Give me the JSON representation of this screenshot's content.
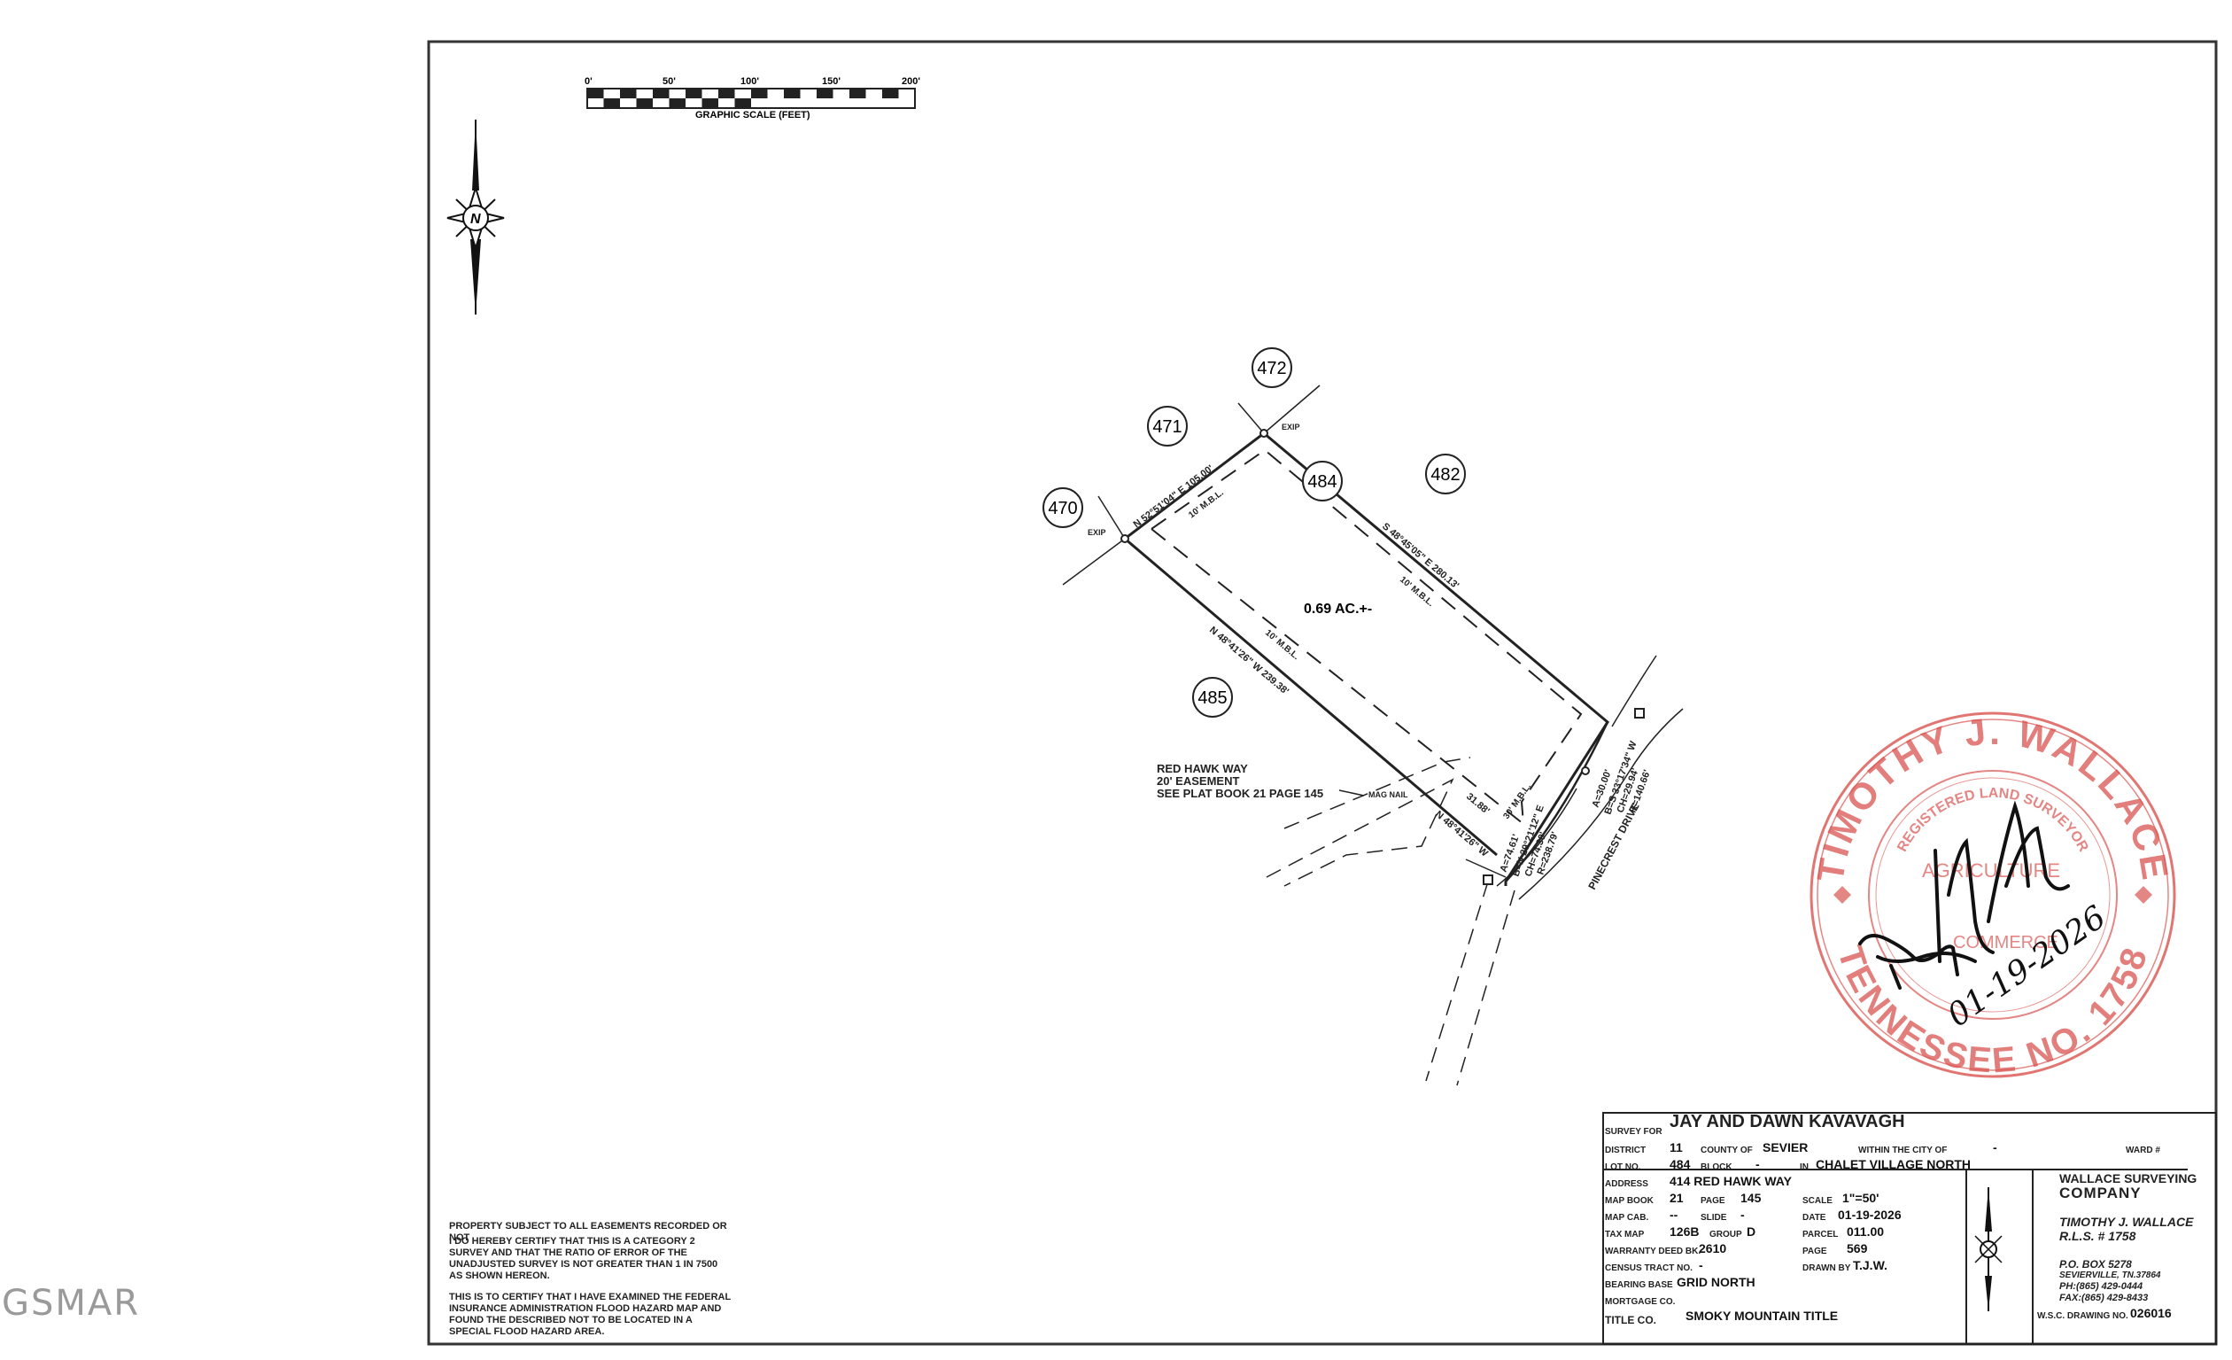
{
  "watermark": "GSMAR",
  "scale_bar": {
    "ticks": [
      "0'",
      "50'",
      "100'",
      "150'",
      "200'"
    ],
    "caption": "GRAPHIC SCALE (FEET)"
  },
  "north_arrow": {
    "letter": "N"
  },
  "lots": {
    "subject_lot": "484",
    "area": "0.69 AC.+-",
    "neighbors": [
      "470",
      "471",
      "472",
      "482",
      "485"
    ]
  },
  "bearings": {
    "north_line": "N 52°51'04\" E  105.00'",
    "east_line": "S 48°45'05\" E  280.13'",
    "west_line": "N 48°41'26\" W  239.38'",
    "south_small": "N 48°41'26\" W",
    "south_dist": "31.88'",
    "curve1": [
      "A=74.61'",
      "B=N 29°21'12\" E",
      "CH=74.30'",
      "R=238.79'"
    ],
    "curve2": [
      "A=30.00'",
      "B=S 33°17'34\" W",
      "CH=29.94'",
      "R=140.66'"
    ]
  },
  "map_labels": {
    "exp1": "EXIP",
    "exp2": "EXIP",
    "mbl_north": "10' M.B.L.",
    "mbl_east": "10' M.B.L.",
    "mbl_west": "10' M.B.L.",
    "mbl_south": "30' M.B.L.",
    "easement": [
      "RED HAWK WAY",
      "20' EASEMENT",
      "SEE PLAT BOOK 21 PAGE 145"
    ],
    "mag_nail": "MAG NAIL",
    "road": "PINECREST DRIVE"
  },
  "notes": [
    "PROPERTY SUBJECT TO ALL EASEMENTS RECORDED OR NOT",
    "I DO HEREBY CERTIFY THAT THIS IS A CATEGORY 2 SURVEY AND THAT THE RATIO OF ERROR OF THE UNADJUSTED SURVEY IS NOT GREATER THAN 1 IN 7500 AS SHOWN HEREON.",
    "THIS IS TO CERTIFY THAT I HAVE EXAMINED THE FEDERAL INSURANCE ADMINISTRATION FLOOD HAZARD MAP AND FOUND THE DESCRIBED NOT TO BE LOCATED IN A SPECIAL FLOOD HAZARD AREA."
  ],
  "title_block": {
    "survey_for_label": "SURVEY FOR",
    "survey_for": "JAY AND DAWN KAVAVAGH",
    "district_label": "DISTRICT",
    "district": "11",
    "county_label": "COUNTY OF",
    "county": "SEVIER",
    "city_label": "WITHIN THE CITY OF",
    "city": "-",
    "ward_label": "WARD #",
    "ward": "",
    "lot_label": "LOT NO.",
    "lot": "484",
    "block_label": "BLOCK",
    "block": "-",
    "in_label": "IN",
    "subdivision": "CHALET VILLAGE NORTH",
    "address_label": "ADDRESS",
    "address": "414 RED HAWK WAY",
    "map_book_label": "MAP BOOK",
    "map_book": "21",
    "page_label": "PAGE",
    "page": "145",
    "scale_label": "SCALE",
    "scale": "1\"=50'",
    "map_cab_label": "MAP CAB.",
    "map_cab": "--",
    "slide_label": "SLIDE",
    "slide": "-",
    "date_label": "DATE",
    "date": "01-19-2026",
    "tax_map_label": "TAX MAP",
    "tax_map": "126B",
    "group_label": "GROUP",
    "group": "D",
    "parcel_label": "PARCEL",
    "parcel": "011.00",
    "warranty_label": "WARRANTY DEED BK.",
    "warranty": "2610",
    "wd_page_label": "PAGE",
    "wd_page": "569",
    "census_label": "CENSUS TRACT NO.",
    "census": "-",
    "drawn_label": "DRAWN BY",
    "drawn": "T.J.W.",
    "bearing_label": "BEARING BASE",
    "bearing": "GRID NORTH",
    "mortgage_label": "MORTGAGE CO.",
    "mortgage": "",
    "title_co_label": "TITLE CO.",
    "title_co": "SMOKY MOUNTAIN TITLE"
  },
  "company": {
    "name1": "WALLACE SURVEYING",
    "name2": "COMPANY",
    "surveyor": "TIMOTHY J. WALLACE",
    "rls": "R.L.S. # 1758",
    "po": "P.O. BOX 5278",
    "city": "SEVIERVILLE, TN.37864",
    "ph": "PH:(865) 429-0444",
    "fax": "FAX:(865) 429-8433",
    "drawing_label": "W.S.C. DRAWING NO.",
    "drawing": "026016"
  },
  "seal": {
    "top": "TIMOTHY J. WALLACE",
    "bottom": "TENNESSEE NO. 1758",
    "inner_top": "REGISTERED LAND SURVEYOR",
    "inner_left": "AGRICULTURE",
    "inner_right": "COMMERCE",
    "color": "#d9534f"
  },
  "signature_date": "01-19-2026"
}
